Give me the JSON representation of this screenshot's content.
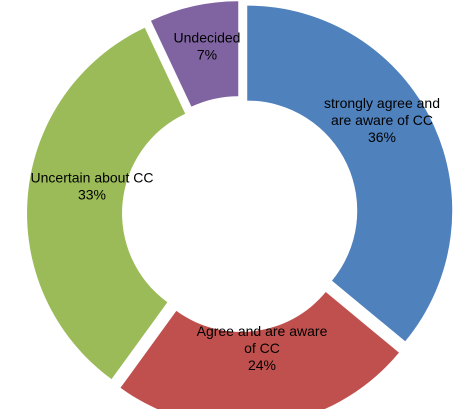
{
  "chart_data": {
    "type": "pie",
    "variant": "exploded-doughnut",
    "slices": [
      {
        "label_lines": [
          "strongly agree and",
          "are aware of CC"
        ],
        "pct_label": "36%",
        "value": 36,
        "color": "#4F81BD"
      },
      {
        "label_lines": [
          "Agree and are aware",
          "of CC"
        ],
        "pct_label": "24%",
        "value": 24,
        "color": "#C0504D"
      },
      {
        "label_lines": [
          "Uncertain about CC"
        ],
        "pct_label": "33%",
        "value": 33,
        "color": "#9BBB59"
      },
      {
        "label_lines": [
          "Undecided"
        ],
        "pct_label": "7%",
        "value": 7,
        "color": "#8064A2"
      }
    ]
  }
}
